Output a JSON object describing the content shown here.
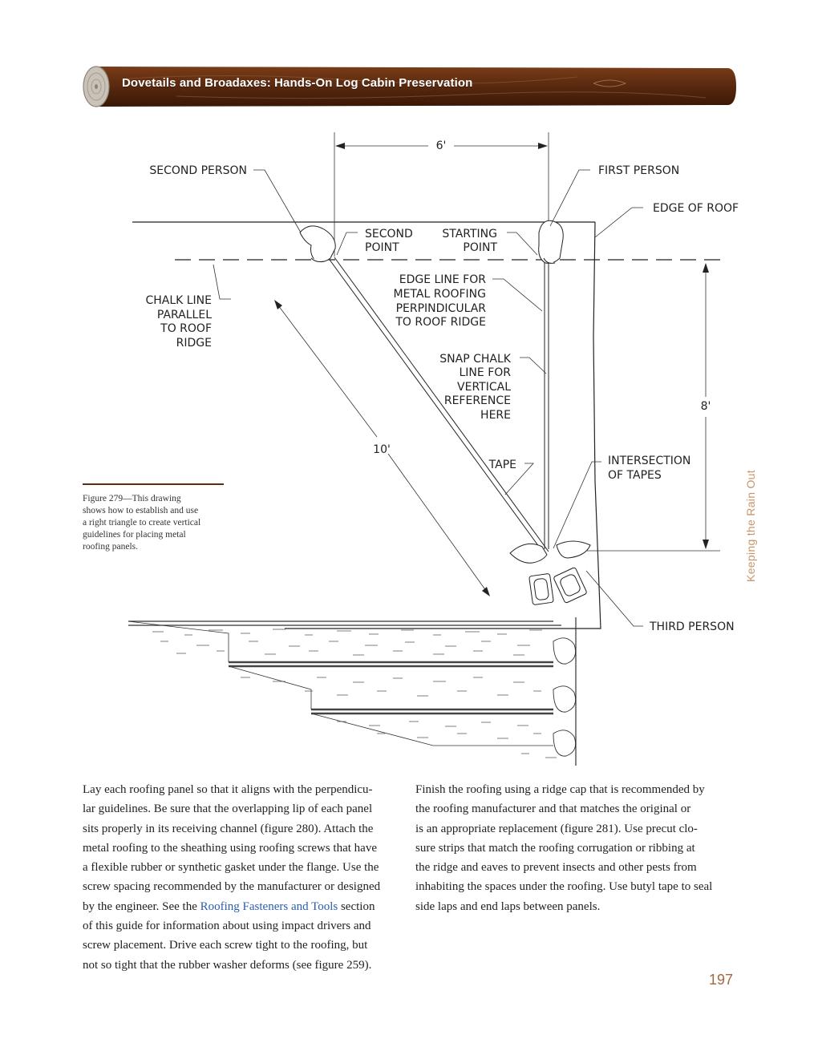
{
  "header": {
    "title": "Dovetails and Broadaxes: Hands-On Log Cabin Preservation"
  },
  "side_label": "Keeping the Rain Out",
  "figure": {
    "caption_lines": [
      "Figure 279—This drawing",
      "shows how to establish and use",
      "a right triangle to create vertical",
      "guidelines for placing metal",
      "roofing panels."
    ],
    "labels": {
      "six_ft": "6'",
      "eight_ft": "8'",
      "ten_ft": "10'",
      "second_person": "SECOND PERSON",
      "first_person": "FIRST PERSON",
      "edge_of_roof": "EDGE OF ROOF",
      "second_point": [
        "SECOND",
        "POINT"
      ],
      "starting_point": [
        "STARTING",
        "POINT"
      ],
      "edge_line": [
        "EDGE LINE FOR",
        "METAL ROOFING",
        "PERPINDICULAR",
        "TO ROOF RIDGE"
      ],
      "chalk_line_parallel": [
        "CHALK LINE",
        "PARALLEL",
        "TO ROOF",
        "RIDGE"
      ],
      "snap_chalk": [
        "SNAP CHALK",
        "LINE FOR",
        "VERTICAL",
        "REFERENCE",
        "HERE"
      ],
      "tape": "TAPE",
      "intersection": [
        "INTERSECTION",
        "OF TAPES"
      ],
      "third_person": "THIRD PERSON"
    }
  },
  "body": {
    "left_column": {
      "lines": [
        "Lay each roofing panel so that it aligns with the perpendicu-",
        "lar guidelines. Be sure that the overlapping lip of each panel",
        "sits properly in its receiving channel (figure 280). Attach the",
        "metal roofing to the sheathing using roofing screws that have",
        "a flexible rubber or synthetic gasket under the flange. Use the",
        "screw spacing recommended by the manufacturer or designed"
      ],
      "line7_before": "by the engineer. See the ",
      "line7_link": "Roofing Fasteners and Tools",
      "line7_after": " section",
      "lines_after": [
        "of this guide for information about using impact drivers and",
        "screw placement. Drive each screw tight to the roofing, but",
        "not so tight that the rubber washer deforms (see figure 259)."
      ]
    },
    "right_column": {
      "lines": [
        "Finish the roofing using a ridge cap that is recommended by",
        "the roofing manufacturer and that matches the original or",
        "is an appropriate replacement (figure 281). Use precut clo-",
        "sure strips that match the roofing corrugation or ribbing at",
        "the ridge and eaves to prevent insects and other pests from",
        "inhabiting the spaces under the roofing. Use butyl tape to seal",
        "side laps and end laps between panels."
      ]
    }
  },
  "page_number": "197",
  "colors": {
    "log_brown": "#5b2a10",
    "accent_tan": "#c8946a",
    "link_blue": "#2a5db0",
    "page_number": "#a2683e"
  }
}
